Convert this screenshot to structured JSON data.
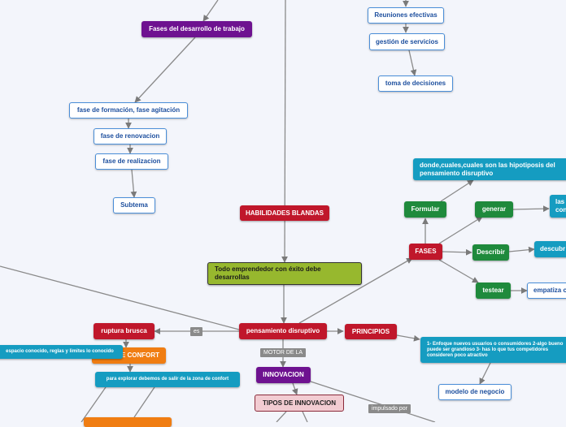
{
  "nodes": {
    "fases_desarrollo": "Fases del desarrollo de trabajo",
    "reuniones": "Reuniones efectivas",
    "gestion_servicios": "gestión de servicios",
    "toma_decisiones": "toma de decisiones",
    "fase_formacion": "fase de formación, fase agitación",
    "fase_renovacion": "fase de renovacion",
    "fase_realizacion": "fase de realizacion",
    "subtema": "Subtema",
    "habilidades_blandas": "HABILIDADES BLANDAS",
    "todo_emprendedor": "Todo emprendedor con éxito debe desarrollas",
    "pensamiento_disruptivo": "pensamiento disruptivo",
    "principios": "PRINCIPIOS",
    "ruptura_brusca": "ruptura brusca",
    "espacio_conocido": "espacio conocido, reglas y limites lo conocido",
    "zona_confort": "E CONFORT",
    "para_explorar": "para explorar debemos de salir de la zona de confort",
    "innovacion": "INNOVACION",
    "tipos_innovacion": "TIPOS DE INNOVACION",
    "fases": "FASES",
    "formular": "Formular",
    "donde_cuales": "donde,cuales,cuales son las hipotiposis del pensamiento disruptivo",
    "generar": "generar",
    "las_con": "las con",
    "describir": "Describir",
    "descubr": "descubr",
    "testear": "testear",
    "empatiza": "empatiza c",
    "enfoque": "1- Enfoque nuevos usuarios o consumidores 2-algo bueno puede ser grandioso 3- has lo que tus competidores consideren poco atractivo",
    "modelo_negocio": "modelo de negocio"
  },
  "edge_labels": {
    "es": "es",
    "motor": "MOTOR DE LA",
    "impulsado": "impulsado por"
  }
}
